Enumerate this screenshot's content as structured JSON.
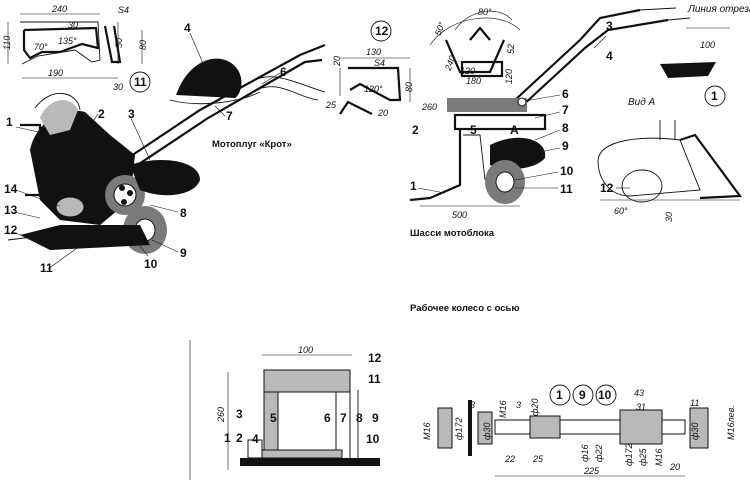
{
  "captions": {
    "motoplug": "Мотоплуг «Крот»",
    "chassis": "Шасси мотоблока",
    "wheel": "Рабочее колесо с осью",
    "view_a": "Вид А",
    "cut_line": "Линия отреза"
  },
  "circled": {
    "fig11": "11",
    "fig12": "12",
    "fig1": "1",
    "seq_1": "1",
    "seq_9": "9",
    "seq_10": "10"
  },
  "part_numbers": {
    "motoplug": [
      "1",
      "2",
      "3",
      "4",
      "6",
      "7",
      "8",
      "9",
      "10",
      "11",
      "12",
      "13",
      "14"
    ],
    "chassis": [
      "1",
      "2",
      "3",
      "4",
      "5",
      "6",
      "7",
      "8",
      "9",
      "10",
      "11",
      "12"
    ],
    "wheel": [
      "1",
      "2",
      "3",
      "4",
      "5",
      "6",
      "7",
      "8",
      "9",
      "10",
      "11",
      "12"
    ],
    "chassis_extra": [
      "A"
    ]
  },
  "dims_fig11": [
    "240",
    "S4",
    "110",
    "30",
    "50",
    "80",
    "70°",
    "135°",
    "190",
    "30"
  ],
  "dims_fig12": [
    "130",
    "S4",
    "20",
    "80",
    "25",
    "20",
    "120°"
  ],
  "dims_bracket": [
    "80°",
    "50°",
    "52",
    "240",
    "120",
    "180",
    "120"
  ],
  "dims_chassis": [
    "260",
    "500"
  ],
  "dims_plow": [
    "100",
    "60°",
    "30"
  ],
  "dims_wheel": [
    "100",
    "260"
  ],
  "dims_axle": [
    "М16",
    "ф172",
    "3",
    "ф30",
    "М16",
    "3",
    "ф20",
    "43",
    "31",
    "11",
    "М16лев.",
    "22",
    "25",
    "ф16",
    "ф22",
    "ф172",
    "ф25",
    "М16",
    "ф30",
    "225",
    "20"
  ]
}
